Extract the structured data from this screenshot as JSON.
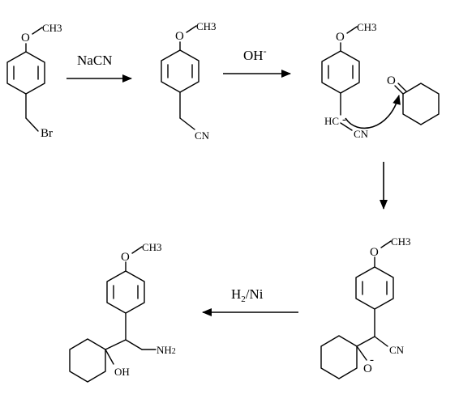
{
  "reagents": {
    "step1": "NaCN",
    "step2": "OH",
    "step2_sup": "-",
    "step4_h": "H",
    "step4_sub": "2",
    "step4_rest": "/Ni"
  },
  "labels": {
    "o": "O",
    "ch3": "CH3",
    "ch": "CH",
    "three": "3",
    "br": "Br",
    "cn": "CN",
    "hc": "HC",
    "minus": "-",
    "oh": "OH",
    "nh": "NH",
    "two": "2"
  }
}
